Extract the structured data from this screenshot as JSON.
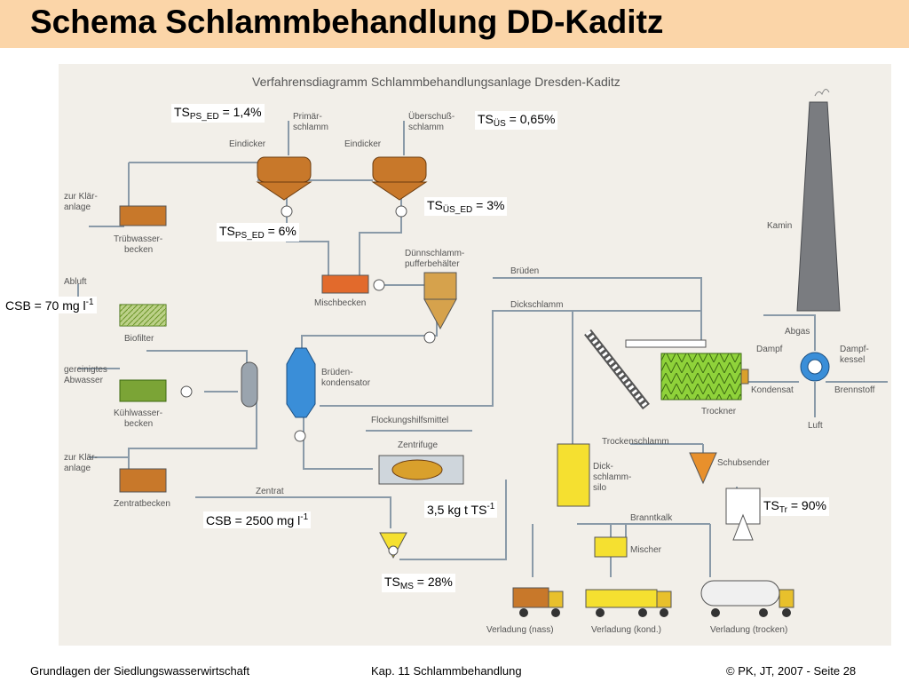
{
  "title": "Schema Schlammbehandlung DD-Kaditz",
  "diagram": {
    "heading": "Verfahrensdiagramm Schlammbehandlungsanlage Dresden-Kaditz",
    "labels": {
      "eindicker_1": "Eindicker",
      "eindicker_2": "Eindicker",
      "primaerschlamm_1": "Primär-",
      "primaerschlamm_2": "schlamm",
      "ueberschuss_1": "Überschuß-",
      "ueberschuss_2": "schlamm",
      "zur_klaeranlage_top_1": "zur Klär-",
      "zur_klaeranlage_top_2": "anlage",
      "truebwasser_1": "Trübwasser-",
      "truebwasser_2": "becken",
      "mischbecken": "Mischbecken",
      "duennschlamm_1": "Dünnschlamm-",
      "duennschlamm_2": "pufferbehälter",
      "abluft": "Abluft",
      "biofilter": "Biofilter",
      "gereinigtes_1": "gereinigtes",
      "gereinigtes_2": "Abwasser",
      "kuehlwasser_1": "Kühlwasser-",
      "kuehlwasser_2": "becken",
      "brueden_kond_1": "Brüden-",
      "brueden_kond_2": "kondensator",
      "brueden": "Brüden",
      "dickschlamm": "Dickschlamm",
      "flockungshilfsmittel": "Flockungshilfsmittel",
      "zentrifuge": "Zentrifuge",
      "zur_klaeranlage_bottom_1": "zur Klär-",
      "zur_klaeranlage_bottom_2": "anlage",
      "zentrat": "Zentrat",
      "zentratbecken": "Zentratbecken",
      "kamin": "Kamin",
      "abgas": "Abgas",
      "dampf": "Dampf",
      "dampfkessel_1": "Dampf-",
      "dampfkessel_2": "kessel",
      "kondensat": "Kondensat",
      "brennstoff": "Brennstoff",
      "luft": "Luft",
      "trockner": "Trockner",
      "trockenschlamm": "Trockenschlamm",
      "schubsender": "Schubsender",
      "dickschlammsilo_1": "Dick-",
      "dickschlammsilo_2": "schlamm-",
      "dickschlammsilo_3": "silo",
      "branntkalk": "Branntkalk",
      "mischer": "Mischer",
      "verladung_nass": "Verladung (nass)",
      "verladung_kond": "Verladung (kond.)",
      "verladung_trocken": "Verladung (trocken)"
    }
  },
  "annotations": {
    "ts_ps_ed_1": {
      "base": "TS",
      "sub": "PS_ED",
      "rest": " = 1,4%"
    },
    "ts_ues_1": {
      "base": "TS",
      "sub": "ÜS",
      "rest": " = 0,65%"
    },
    "ts_ues_ed": {
      "base": "TS",
      "sub": "ÜS_ED",
      "rest": " = 3%"
    },
    "ts_ps_ed_2": {
      "base": "TS",
      "sub": "PS_ED",
      "rest": " = 6%"
    },
    "csb_70": {
      "base": "CSB = 70 mg l",
      "sup": "-1"
    },
    "csb_2500": {
      "base": "CSB = 2500 mg l",
      "sup": "-1"
    },
    "kg_ts": {
      "base": "3,5 kg t TS",
      "sup": "-1"
    },
    "ts_ms": {
      "base": "TS",
      "sub": "MS",
      "rest": " = 28%"
    },
    "ts_tr": {
      "base": "TS",
      "sub": "Tr",
      "rest": " = 90%"
    }
  },
  "footer": {
    "left": "Grundlagen der Siedlungswasserwirtschaft",
    "center": "Kap. 11  Schlammbehandlung",
    "right": "© PK, JT, 2007 - Seite 28"
  },
  "colors": {
    "title_bg": "#fbd5a8",
    "sludge": "#c8782a",
    "green": "#8fb83a",
    "blue": "#3a8ed8",
    "yellow": "#f5e030",
    "chimney": "#7a7c80",
    "pipe": "#8a9aa8"
  }
}
